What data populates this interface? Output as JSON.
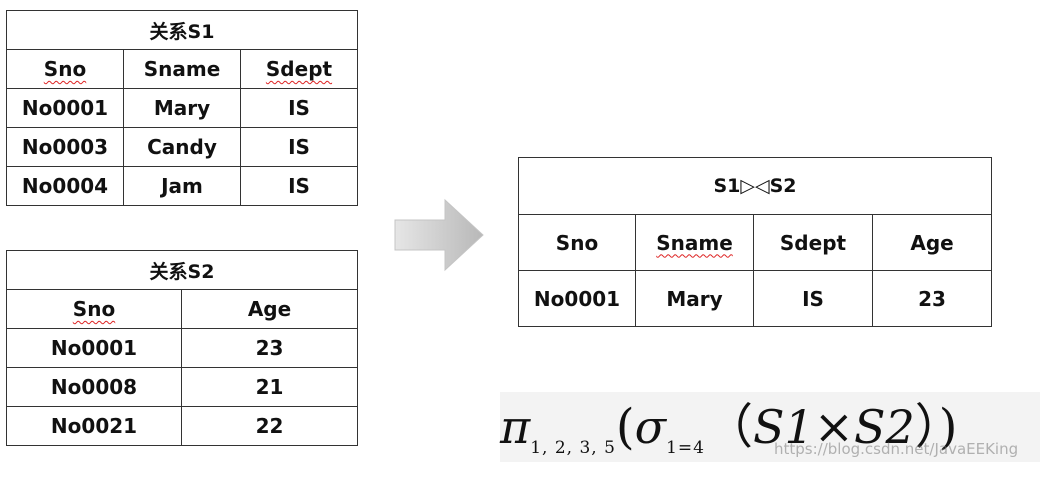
{
  "s1": {
    "title": "关系S1",
    "headers": [
      "Sno",
      "Sname",
      "Sdept"
    ],
    "rows": [
      [
        "No0001",
        "Mary",
        "IS"
      ],
      [
        "No0003",
        "Candy",
        "IS"
      ],
      [
        "No0004",
        "Jam",
        "IS"
      ]
    ]
  },
  "s2": {
    "title": "关系S2",
    "headers": [
      "Sno",
      "Age"
    ],
    "rows": [
      [
        "No0001",
        "23"
      ],
      [
        "No0008",
        "21"
      ],
      [
        "No0021",
        "22"
      ]
    ]
  },
  "result": {
    "title": "S1▷◁S2",
    "headers": [
      "Sno",
      "Sname",
      "Sdept",
      "Age"
    ],
    "rows": [
      [
        "No0001",
        "Mary",
        "IS",
        "23"
      ]
    ]
  },
  "formula": {
    "pi": "π",
    "pi_sub": "1, 2, 3, 5",
    "open_paren": "(",
    "sigma": "σ",
    "sigma_sub": "1=4",
    "inner_open": "（",
    "operand_left": "S1",
    "times": "×",
    "operand_right": "S2",
    "inner_close": "）",
    "close_paren": ")"
  },
  "watermark": "https://blog.csdn.net/JavaEEKing"
}
